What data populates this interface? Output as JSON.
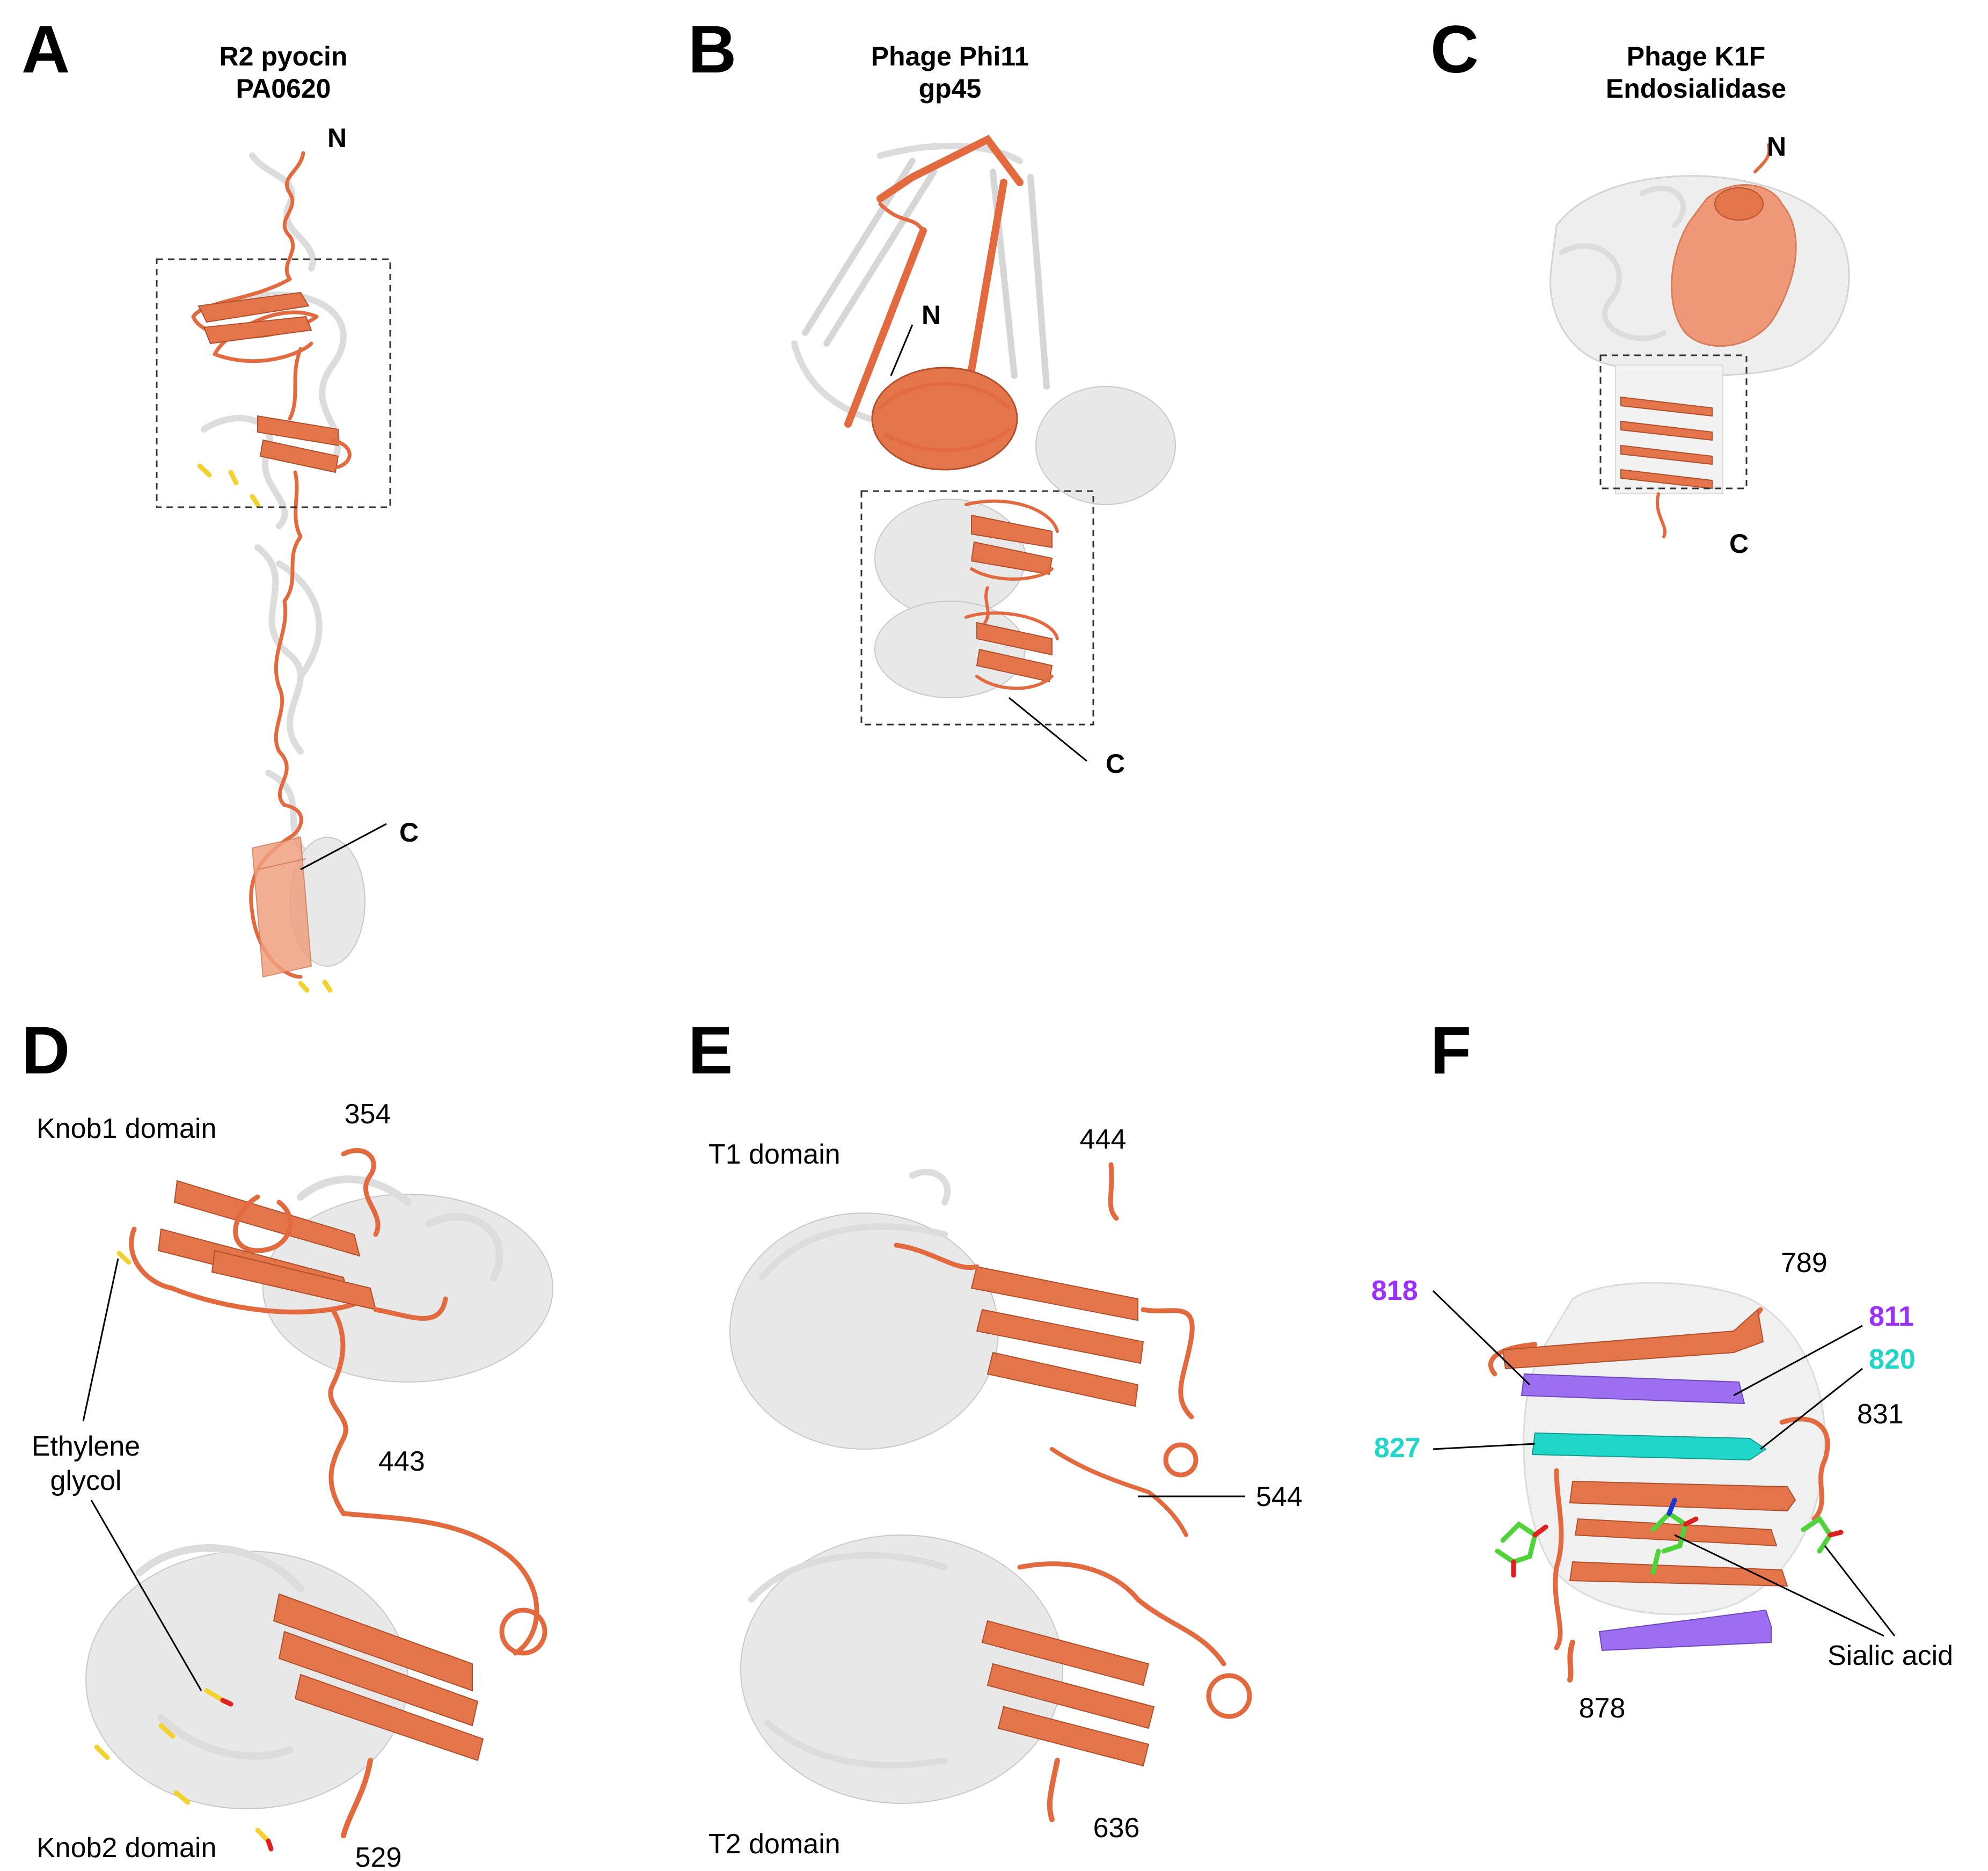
{
  "panels": {
    "A": {
      "letter": "A",
      "title_line1": "R2 pyocin",
      "title_line2": "PA0620",
      "n_label": "N",
      "c_label": "C"
    },
    "B": {
      "letter": "B",
      "title_line1": "Phage Phi11",
      "title_line2": "gp45",
      "n_label": "N",
      "c_label": "C"
    },
    "C": {
      "letter": "C",
      "title_line1": "Phage K1F",
      "title_line2": "Endosialidase",
      "n_label": "N",
      "c_label": "C"
    },
    "D": {
      "letter": "D",
      "domain_top": "Knob1 domain",
      "domain_bottom": "Knob2 domain",
      "ligand_line1": "Ethylene",
      "ligand_line2": "glycol",
      "res_354": "354",
      "res_443": "443",
      "res_529": "529"
    },
    "E": {
      "letter": "E",
      "domain_top": "T1 domain",
      "domain_bottom": "T2 domain",
      "res_444": "444",
      "res_544": "544",
      "res_636": "636"
    },
    "F": {
      "letter": "F",
      "res_789": "789",
      "res_811": "811",
      "res_818": "818",
      "res_820": "820",
      "res_827": "827",
      "res_831": "831",
      "res_878": "878",
      "ligand": "Sialic acid"
    }
  },
  "colors": {
    "protomer_highlight": "#e26a3e",
    "other_protomers": "#dcdcdc",
    "strand_purple": "#9b30ff",
    "strand_cyan": "#1fd6c8",
    "ethylene_glycol": "#f2d230",
    "sialic_acid": "#4fd23a"
  }
}
